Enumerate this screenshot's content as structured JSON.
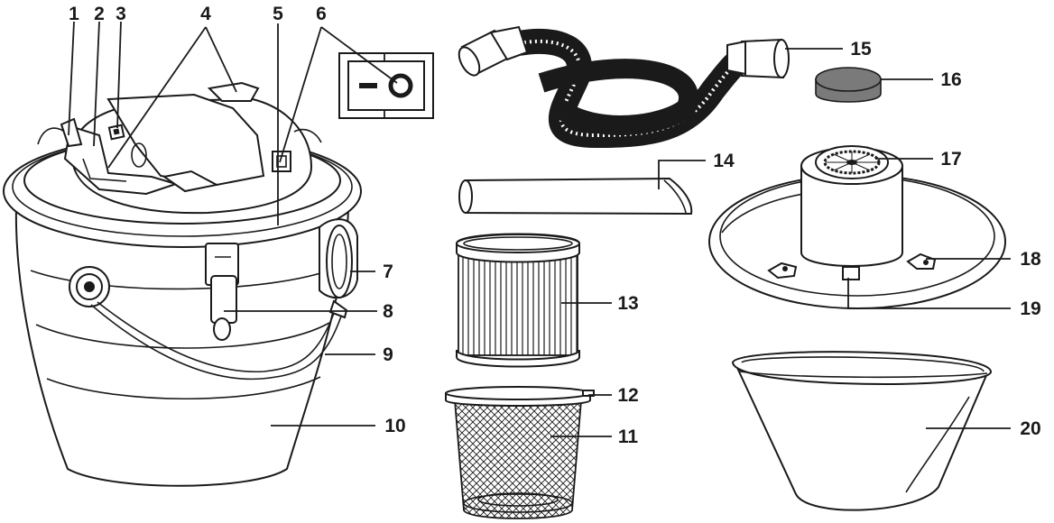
{
  "callouts": {
    "c1": "1",
    "c2": "2",
    "c3": "3",
    "c4": "4",
    "c5": "5",
    "c6": "6",
    "c7": "7",
    "c8": "8",
    "c9": "9",
    "c10": "10",
    "c11": "11",
    "c12": "12",
    "c13": "13",
    "c14": "14",
    "c15": "15",
    "c16": "16",
    "c17": "17",
    "c18": "18",
    "c19": "19",
    "c20": "20"
  },
  "colors": {
    "ink": "#1a1a1a",
    "filter_disc": "#7a7a7a"
  },
  "icons": {
    "power_switch": "rocker-switch-icon"
  }
}
